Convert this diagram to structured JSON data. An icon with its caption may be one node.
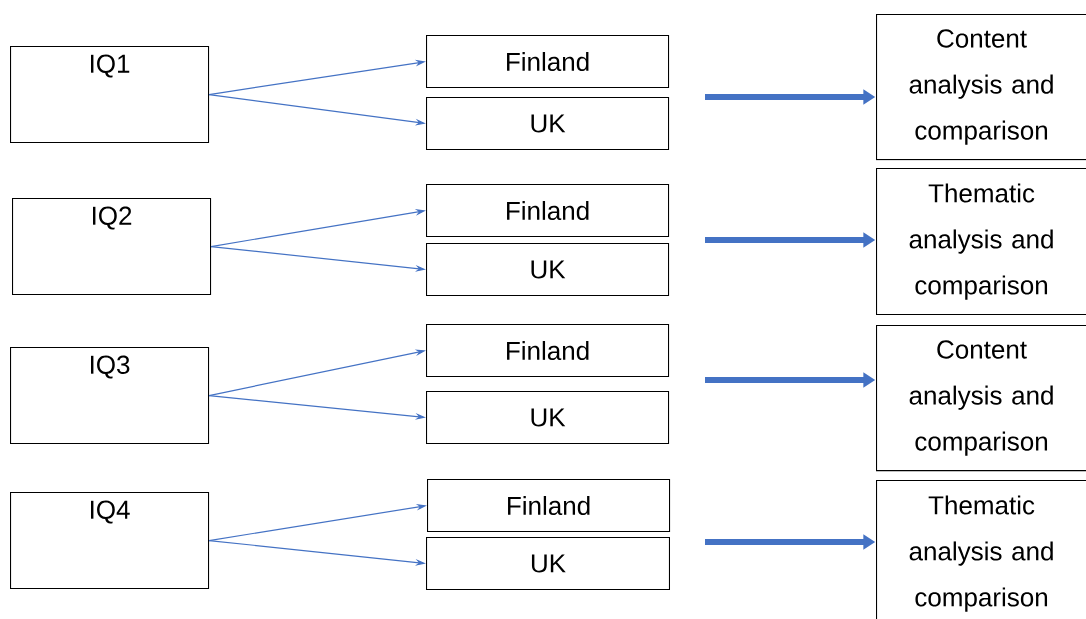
{
  "diagram": {
    "nodes": [
      {
        "text": [
          "IQ1"
        ]
      },
      {
        "text": [
          "Finland"
        ]
      },
      {
        "text": [
          "UK"
        ]
      },
      {
        "text": [
          "Content analysis and comparison"
        ]
      },
      {
        "text": [
          "IQ2"
        ]
      },
      {
        "text": [
          "Finland"
        ]
      },
      {
        "text": [
          "UK"
        ]
      },
      {
        "text": [
          "Thematic analysis and comparison"
        ]
      },
      {
        "text": [
          "IQ3"
        ]
      },
      {
        "text": [
          "Finland"
        ]
      },
      {
        "text": [
          "UK"
        ]
      },
      {
        "text": [
          "Content analysis and comparison"
        ]
      },
      {
        "text": [
          "IQ4"
        ]
      },
      {
        "text": [
          "Finland"
        ]
      },
      {
        "text": [
          "UK"
        ]
      },
      {
        "text": [
          "Thematic analysis and comparison"
        ]
      }
    ],
    "edges": [
      {
        "from": 0,
        "to": 1,
        "arrow": "to"
      },
      {
        "from": 0,
        "to": 2,
        "arrow": "to"
      },
      {
        "from": 4,
        "to": 5,
        "arrow": "to"
      },
      {
        "from": 4,
        "to": 6,
        "arrow": "to"
      },
      {
        "from": 8,
        "to": 9,
        "arrow": "to"
      },
      {
        "from": 8,
        "to": 10,
        "arrow": "to"
      },
      {
        "from": 12,
        "to": 13,
        "arrow": "to"
      },
      {
        "from": 12,
        "to": 14,
        "arrow": "to"
      },
      {
        "from": null,
        "to": 3,
        "arrow": "to",
        "style": "thick"
      },
      {
        "from": null,
        "to": 7,
        "arrow": "to",
        "style": "thick"
      },
      {
        "from": null,
        "to": 11,
        "arrow": "to",
        "style": "thick"
      },
      {
        "from": null,
        "to": 15,
        "arrow": "to",
        "style": "thick"
      }
    ]
  }
}
